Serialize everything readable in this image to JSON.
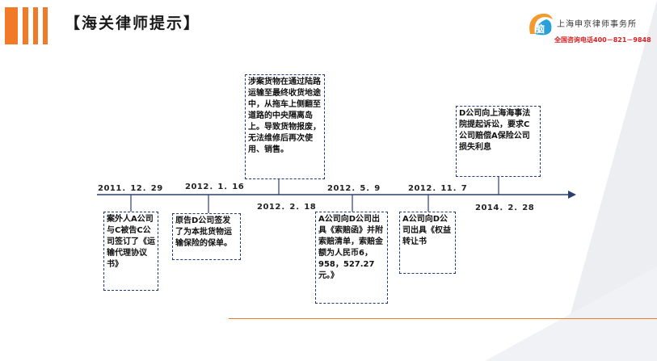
{
  "header": {
    "title": "【海关律师提示】"
  },
  "brand": {
    "logo_char": "脑",
    "firm_name": "上海申京律师事务所",
    "hotline": "全国咨询电话400－821－9848"
  },
  "colors": {
    "accent": "#f07a28",
    "timeline": "#2b3f6e",
    "box_border": "#1f3a7a",
    "hotline": "#d81e1e"
  },
  "timeline": {
    "events": [
      {
        "date": "2011．12．29",
        "text": "案外人A公司与C被告C公司签订了《运输代理协议书》"
      },
      {
        "date": "2012．1．16",
        "text": "原告D公司签发了为本批货物运输保险的保单。"
      },
      {
        "date": "2012．2．18",
        "text": "涉案货物在通过陆路运输至最终收货地途中，从拖车上侧翻至道路的中央隔离岛上。导致货物报废，无法维修后再次使用、销售。"
      },
      {
        "date": "2012．5．9",
        "text": "A公司向D公司出具《索赔函》并附索赔清单，索赔金额为人民币6，958，527.27元。》"
      },
      {
        "date": "2012．11．7",
        "text": "A公司向D公司出具《权益转让书"
      },
      {
        "date": "2014．2．28",
        "text": "D公司向上海海事法院提起诉讼，要求C公司赔偿A保险公司损失利息"
      }
    ]
  }
}
